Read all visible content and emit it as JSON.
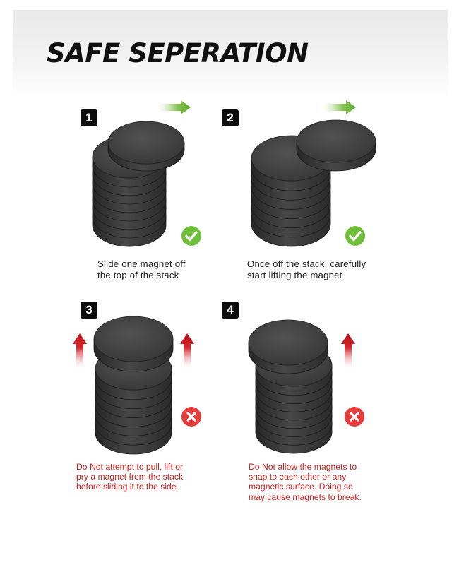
{
  "title": "SAFE SEPERATION",
  "colors": {
    "check_green": "#6fbf3b",
    "cross_red": "#e63b3b",
    "arrow_green": "#7bc04a",
    "arrow_red": "#c8191f",
    "caption_red": "#d11f1f",
    "magnet": "#3a3a3a"
  },
  "steps": [
    {
      "number": "1",
      "status": "check-icon",
      "arrows": "right-arrow-icon",
      "caption": [
        "Slide one magnet off",
        "the top of the stack"
      ]
    },
    {
      "number": "2",
      "status": "check-icon",
      "arrows": "right-arrow-icon",
      "caption": [
        "Once off the stack, carefully",
        "start lifting the magnet"
      ]
    },
    {
      "number": "3",
      "status": "cross-icon",
      "arrows": "up-arrow-icon",
      "caption": [
        "Do Not attempt to pull, lift or",
        "pry a magnet from the stack",
        "before sliding it to the side."
      ]
    },
    {
      "number": "4",
      "status": "cross-icon",
      "arrows": "up-arrow-icon",
      "caption": [
        "Do Not allow the magnets to",
        "snap to each other or any",
        "magnetic surface. Doing so",
        "may cause magnets to break."
      ]
    }
  ]
}
